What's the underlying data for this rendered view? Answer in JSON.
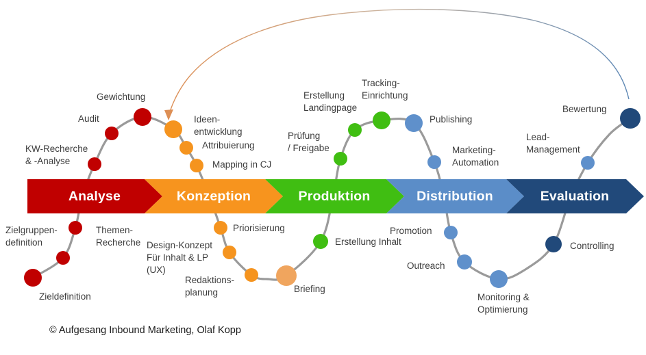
{
  "diagram": {
    "phases": [
      {
        "id": "analyse",
        "label": "Analyse",
        "color": "#c00000"
      },
      {
        "id": "konzeption",
        "label": "Konzeption",
        "color": "#f7941e"
      },
      {
        "id": "produktion",
        "label": "Produktion",
        "color": "#40be12"
      },
      {
        "id": "distribution",
        "label": "Distribution",
        "color": "#5b8dc8"
      },
      {
        "id": "evaluation",
        "label": "Evaluation",
        "color": "#21497a"
      }
    ],
    "steps": {
      "zieldefinition": {
        "label": "Zieldefinition",
        "phase": "Analyse"
      },
      "zielgruppendefinition": {
        "label": "Zielgruppen-\ndefinition",
        "phase": "Analyse"
      },
      "themenrecherche": {
        "label": "Themen-\nRecherche",
        "phase": "Analyse"
      },
      "kw-recherche": {
        "label": "KW-Recherche\n& -Analyse",
        "phase": "Analyse"
      },
      "audit": {
        "label": "Audit",
        "phase": "Analyse"
      },
      "gewichtung": {
        "label": "Gewichtung",
        "phase": "Analyse"
      },
      "ideenentwicklung": {
        "label": "Ideen-\nentwicklung",
        "phase": "Konzeption"
      },
      "attribuierung": {
        "label": "Attribuierung",
        "phase": "Konzeption"
      },
      "mapping-in-cj": {
        "label": "Mapping in CJ",
        "phase": "Konzeption"
      },
      "priorisierung": {
        "label": "Priorisierung",
        "phase": "Konzeption"
      },
      "design-konzept": {
        "label": "Design-Konzept\nFür Inhalt & LP\n(UX)",
        "phase": "Konzeption"
      },
      "redaktionsplanung": {
        "label": "Redaktions-\nplanung",
        "phase": "Konzeption"
      },
      "briefing": {
        "label": "Briefing",
        "phase": "Konzeption"
      },
      "erstellung-inhalt": {
        "label": "Erstellung Inhalt",
        "phase": "Produktion"
      },
      "pruefung-freigabe": {
        "label": "Prüfung\n/ Freigabe",
        "phase": "Produktion"
      },
      "erstellung-landingpage": {
        "label": "Erstellung\nLandingpage",
        "phase": "Produktion"
      },
      "tracking-einrichtung": {
        "label": "Tracking-\nEinrichtung",
        "phase": "Produktion"
      },
      "publishing": {
        "label": "Publishing",
        "phase": "Distribution"
      },
      "marketing-automation": {
        "label": "Marketing-\nAutomation",
        "phase": "Distribution"
      },
      "promotion": {
        "label": "Promotion",
        "phase": "Distribution"
      },
      "outreach": {
        "label": "Outreach",
        "phase": "Distribution"
      },
      "monitoring-optimierung": {
        "label": "Monitoring &\nOptimierung",
        "phase": "Distribution"
      },
      "controlling": {
        "label": "Controlling",
        "phase": "Evaluation"
      },
      "lead-management": {
        "label": "Lead-\nManagement",
        "phase": "Evaluation"
      },
      "bewertung": {
        "label": "Bewertung",
        "phase": "Evaluation"
      }
    },
    "loop_arrow_colors": {
      "start": "#5e88b5",
      "end": "#dd8f55"
    },
    "curve_color": "#9a9a9a"
  },
  "footer": {
    "copyright": "© Aufgesang Inbound Marketing, Olaf Kopp"
  }
}
